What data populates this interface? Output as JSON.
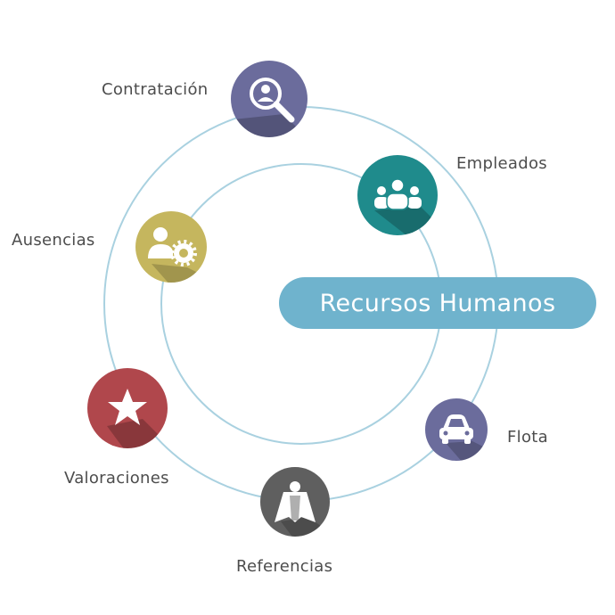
{
  "center": {
    "title": "Recursos Humanos"
  },
  "nodes": [
    {
      "key": "contratacion",
      "label": "Contratación",
      "icon": "search-user-icon",
      "color": "#6b6c9c"
    },
    {
      "key": "empleados",
      "label": "Empleados",
      "icon": "group-icon",
      "color": "#1f8b8c"
    },
    {
      "key": "ausencias",
      "label": "Ausencias",
      "icon": "user-settings-icon",
      "color": "#c5b65e"
    },
    {
      "key": "valoraciones",
      "label": "Valoraciones",
      "icon": "star-icon",
      "color": "#b0474c"
    },
    {
      "key": "referencias",
      "label": "Referencias",
      "icon": "superhero-icon",
      "color": "#5f5f5f"
    },
    {
      "key": "flota",
      "label": "Flota",
      "icon": "car-icon",
      "color": "#6b6c9c"
    }
  ],
  "colors": {
    "ring": "#a9d1e0",
    "pill": "#6fb3cd",
    "text": "#4d4d4d"
  }
}
